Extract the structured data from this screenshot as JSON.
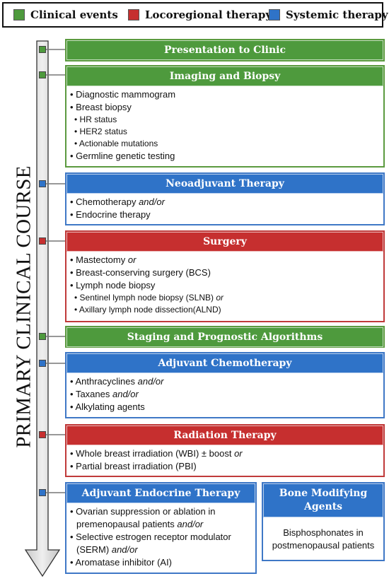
{
  "legend": [
    {
      "label": "Clinical events",
      "color": "#4e9a3d"
    },
    {
      "label": "Locoregional therapy",
      "color": "#c62f2f"
    },
    {
      "label": "Systemic therapy",
      "color": "#2f73c8"
    }
  ],
  "axis_title": "PRIMARY CLINICAL COURSE",
  "steps": {
    "presentation": {
      "title": "Presentation to Clinic"
    },
    "imaging": {
      "title": "Imaging and Biopsy",
      "items": [
        "Diagnostic mammogram",
        "Breast biopsy",
        "HR status",
        "HER2 status",
        "Actionable mutations",
        "Germline genetic testing"
      ]
    },
    "neoadjuvant": {
      "title": "Neoadjuvant Therapy",
      "items": [
        "Chemotherapy",
        "Endocrine therapy"
      ],
      "connectors": [
        "and/or"
      ]
    },
    "surgery": {
      "title": "Surgery",
      "items": [
        "Mastectomy",
        "Breast-conserving surgery (BCS)",
        "Lymph node biopsy",
        "Sentinel lymph node biopsy (SLNB)",
        "Axillary lymph node dissection(ALND)"
      ],
      "connectors": [
        "or",
        "or"
      ]
    },
    "staging": {
      "title": "Staging and Prognostic Algorithms"
    },
    "adjuvant_chemo": {
      "title": "Adjuvant Chemotherapy",
      "items": [
        "Anthracyclines",
        "Taxanes",
        "Alkylating agents"
      ],
      "connectors": [
        "and/or",
        "and/or"
      ]
    },
    "radiation": {
      "title": "Radiation Therapy",
      "items": [
        "Whole breast irradiation  (WBI) ± boost",
        "Partial breast irradiation (PBI)"
      ],
      "connectors": [
        "or"
      ]
    },
    "endocrine": {
      "title": "Adjuvant Endocrine Therapy",
      "lines": [
        "Ovarian suppression or ablation in",
        "premenopausal patients",
        "Selective estrogen receptor modulator",
        "(SERM)",
        "Aromatase inhibitor (AI)"
      ],
      "connectors": [
        "and/or",
        "and/or"
      ]
    },
    "bone": {
      "title_lines": [
        "Bone Modifying",
        "Agents"
      ],
      "lines": [
        "Bisphosphonates in",
        "postmenopausal patients"
      ]
    }
  }
}
